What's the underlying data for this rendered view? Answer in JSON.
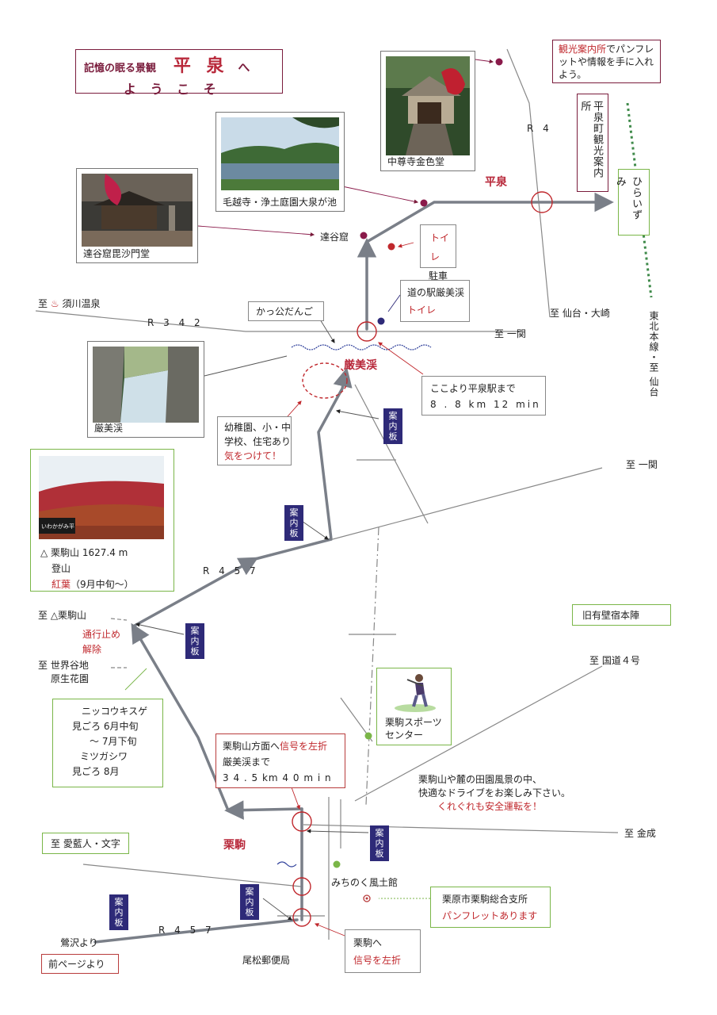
{
  "title": {
    "line1_small": "記憶の眠る景観",
    "line1_big": "平 泉",
    "line1_suffix": "へ",
    "line2": "よ う こ そ"
  },
  "info_center_note": {
    "highlight": "観光案内所",
    "rest": "でパンフレットや情報を手に入れよう。"
  },
  "info_center_name": "平泉町観光案内所",
  "station_sign": "ひらいずみ",
  "route_r4": "R 4",
  "route_r342": "R 3 4 2",
  "route_r457": "R 4 5 7",
  "place_hiraizumi": "平泉",
  "place_genbikei": "厳美渓",
  "place_kurikoma": "栗駒",
  "photos": {
    "chusonji": "中尊寺金色堂",
    "motsuji": "毛越寺・浄土庭園大泉が池",
    "takkoku": "達谷窟毘沙門堂",
    "genbikei": "厳美渓",
    "kurikoma_sign": "いわかがみ平"
  },
  "takkoku_label": "達谷窟",
  "toilet_parking": {
    "toilet": "トイレ",
    "parking": "駐車場"
  },
  "michinoeki": {
    "name": "道の駅厳美渓",
    "toilet": "トイレ"
  },
  "kakkou_dango": "かっ公だんご",
  "to_sukawa": {
    "prefix": "至",
    "hot_spring_icon": "♨",
    "name": "須川温泉"
  },
  "to_ichinoseki_1": "至 一関",
  "to_ichinoseki_2": "至 一関",
  "to_sendai_osaki": "至 仙台・大崎",
  "tohoku_line": "東北本線・至 仙台",
  "distance_box": {
    "line1": "ここより平泉駅まで",
    "line2": "8 . 8 km 12 min"
  },
  "school_box": {
    "line1": "幼稚園、小・中",
    "line2": "学校、住宅あり",
    "line3": "気をつけて！"
  },
  "signboard": "案内板",
  "kurikomayama": {
    "name": "△ 栗駒山 1627.4 m",
    "climb": "登山",
    "leaves": "紅葉",
    "leaves_period": "（9月中旬〜）"
  },
  "to_kurikomayama": "至 △栗駒山",
  "road_closure": {
    "line1": "通行止め",
    "line2": "解除"
  },
  "to_sekaiyachi": {
    "line1": "至 世界谷地",
    "line2": "原生花園"
  },
  "flowers_box": {
    "l1": "ニッコウキスゲ",
    "l2": "見ごろ 6月中旬",
    "l3": "〜 7月下旬",
    "l4": "ミツガシワ",
    "l5": "見ごろ 8月"
  },
  "honjin": "旧有壁宿本陣",
  "to_route4": "至 国道４号",
  "sports_center": {
    "line1": "栗駒スポーツ",
    "line2": "センター"
  },
  "signal_box": {
    "line1_a": "栗駒山方面へ",
    "line1_b": "信号を左折",
    "line2": "厳美渓まで",
    "line3": "3 4 . 5 km 4 0 m i n"
  },
  "drive_msg": {
    "line1": "栗駒山や麓の田園風景の中、",
    "line2": "快適なドライブをお楽しみ下さい。",
    "line3": "くれぐれも安全運転を！"
  },
  "to_kannari": "至 金成",
  "to_aiai": "至 愛藍人・文字",
  "michinoku": "みちのく風土館",
  "shisho": {
    "name": "栗原市栗駒総合支所",
    "pamph": "パンフレットあります"
  },
  "from_uguisuzawa": "鶯沢より",
  "prev_page": "前ページより",
  "post_office": "尾松郵便局",
  "turn_box": {
    "line1": "栗駒へ",
    "line2": "信号を左折"
  },
  "colors": {
    "route": "#7a7f88",
    "accent_red": "#c0282d",
    "plum": "#7a1c3c",
    "sign_navy": "#2e2a78",
    "rail_green": "#3f8a4a",
    "spot_green": "#7ab648"
  }
}
